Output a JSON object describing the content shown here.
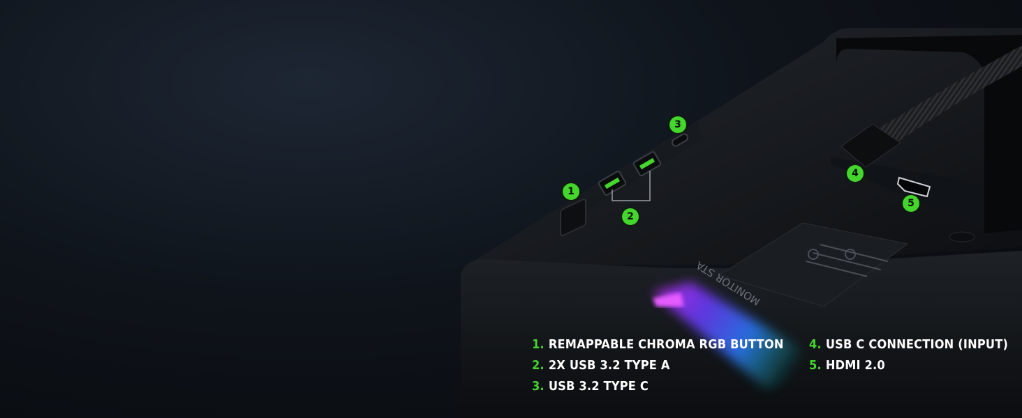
{
  "callouts": [
    {
      "number": "1",
      "label": "REMAPPABLE CHROMA RGB BUTTON"
    },
    {
      "number": "2",
      "label": "2X USB 3.2 TYPE A"
    },
    {
      "number": "3",
      "label": "USB 3.2 TYPE C"
    },
    {
      "number": "4",
      "label": "USB C CONNECTION (INPUT)"
    },
    {
      "number": "5",
      "label": "HDMI 2.0"
    }
  ],
  "product_label": "MONITOR STA",
  "colors": {
    "accent": "#44d62c",
    "text": "#ffffff",
    "background": "#0f141b"
  }
}
